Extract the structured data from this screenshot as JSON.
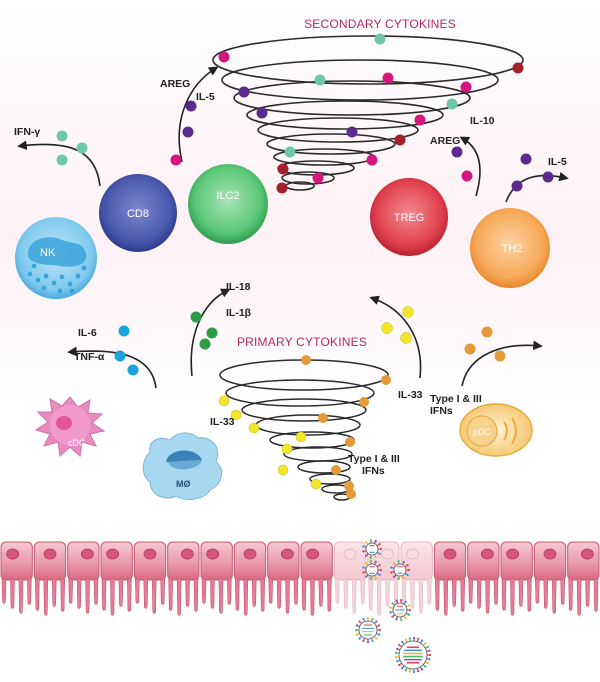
{
  "titles": {
    "secondary": "SECONDARY CYTOKINES",
    "primary": "PRIMARY CYTOKINES"
  },
  "cells": {
    "nk": "NK",
    "cd8": "CD8",
    "ilc2": "ILC2",
    "treg": "TREG",
    "th2": "TH2",
    "cdc": "cDC",
    "mo": "MØ",
    "pdc": "pDC"
  },
  "labels": {
    "ifn_gamma": "IFN-γ",
    "areg_top": "AREG",
    "il5_top": "IL-5",
    "il10": "IL-10",
    "areg_treg": "AREG",
    "il5_th2": "IL-5",
    "il18": "IL-18",
    "il1b": "IL-1β",
    "il6": "IL-6",
    "tnfa": "TNF-α",
    "il33_left": "IL-33",
    "il33_right": "IL-33",
    "ifns_bottom_l1": "Type I & III",
    "ifns_bottom_l2": "IFNs",
    "ifns_right_l1": "Type I & III",
    "ifns_right_l2": "IFNs"
  },
  "colors": {
    "secondary_title": "#b8265f",
    "dot_magenta": "#d4177f",
    "dot_purple": "#5a2a8c",
    "dot_teal": "#6cc8a7",
    "dot_darkred": "#a3202c",
    "dot_blue": "#1ba3dc",
    "dot_green": "#2e9c46",
    "dot_yellow": "#f3e52a",
    "dot_orange": "#e59a3a",
    "nk": "#58b8e6",
    "cd8": "#3b4fa5",
    "ilc2": "#4cbf6c",
    "treg": "#e03a47",
    "th2": "#f6a04a",
    "epithelium": "#e88ca0"
  }
}
